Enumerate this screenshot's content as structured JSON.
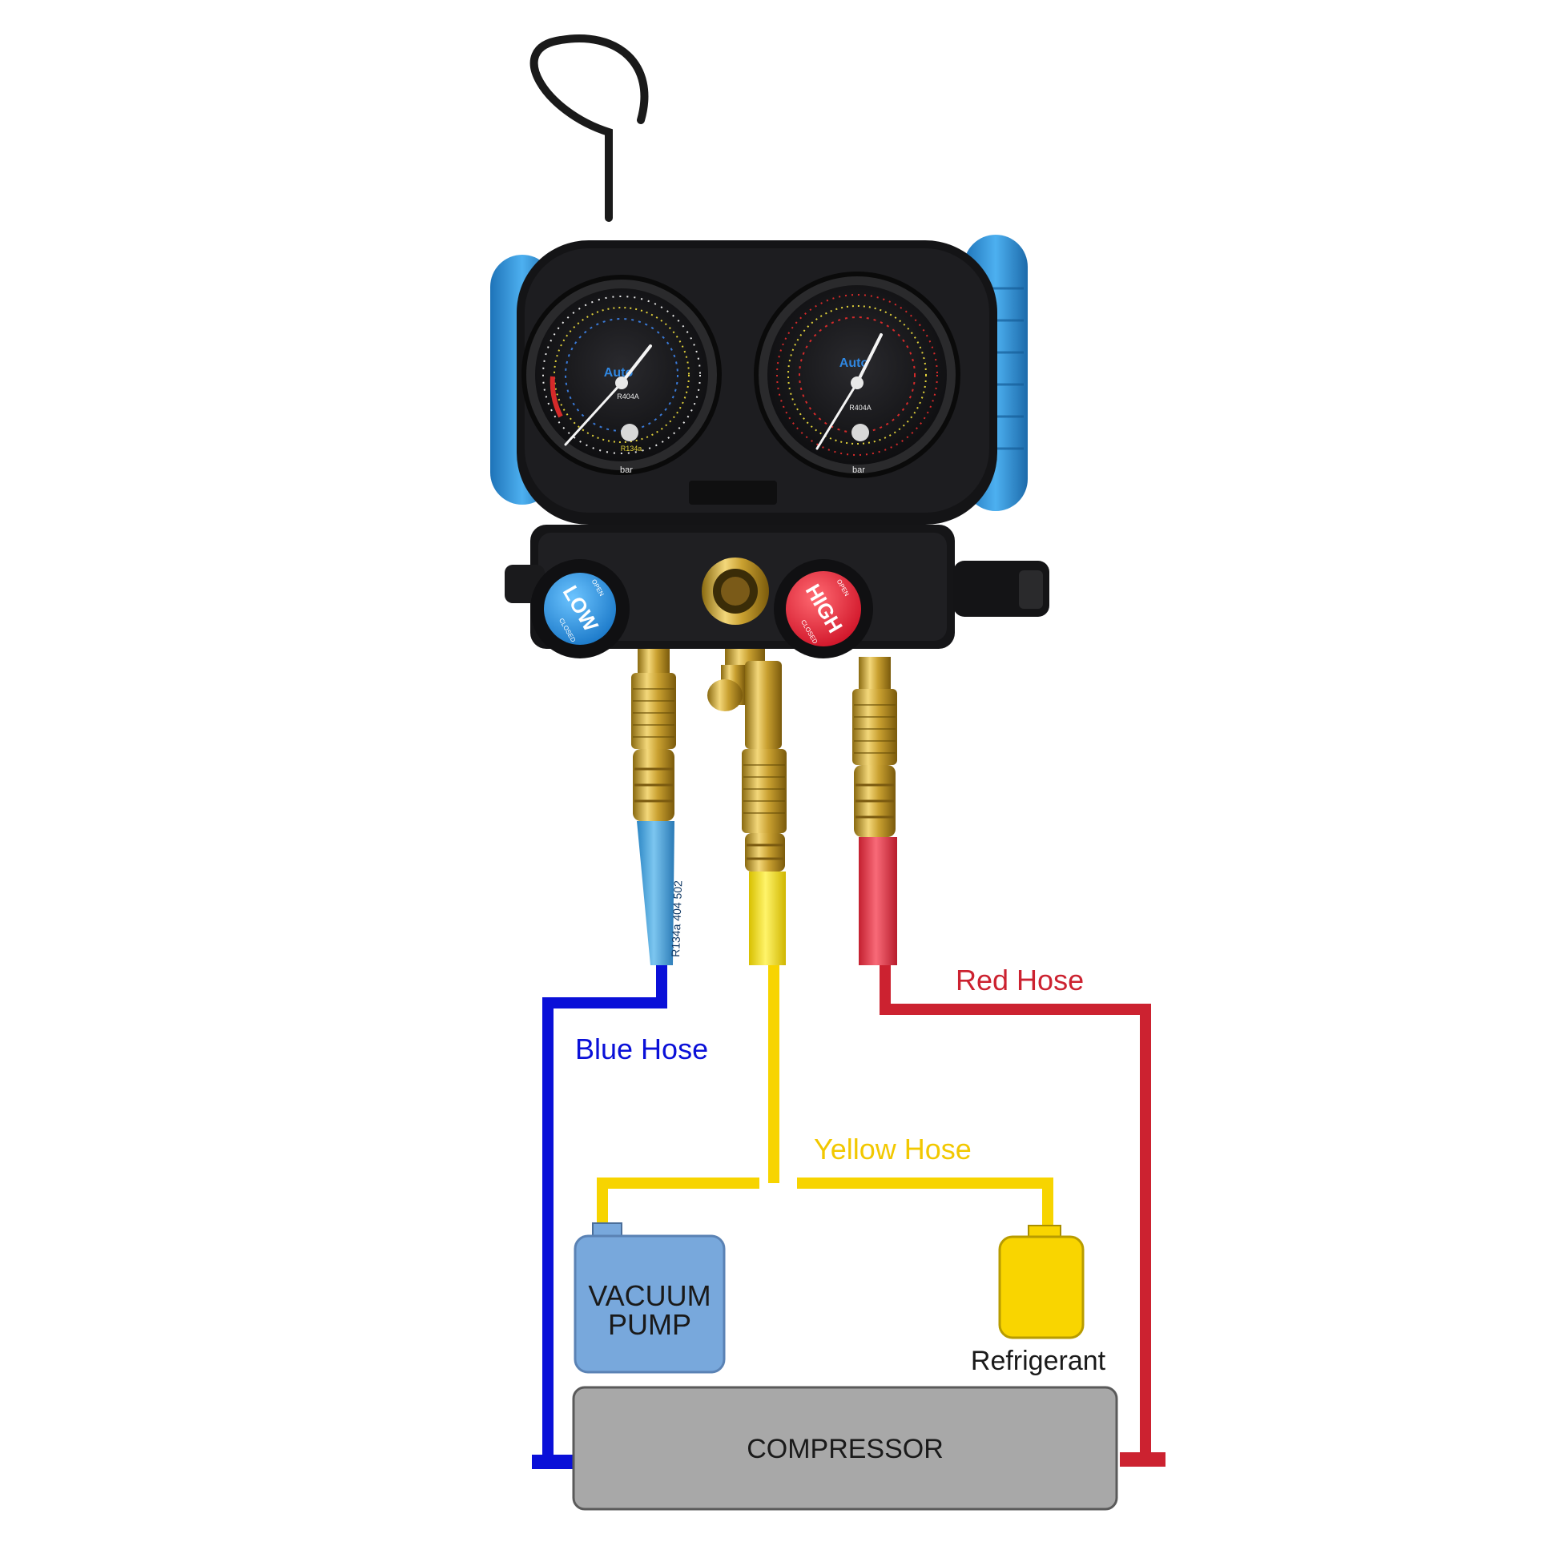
{
  "labels": {
    "blue_hose": "Blue Hose",
    "red_hose": "Red Hose",
    "yellow_hose": "Yellow Hose",
    "vacuum_pump_line1": "VACUUM",
    "vacuum_pump_line2": "PUMP",
    "refrigerant": "Refrigerant",
    "compressor": "COMPRESSOR"
  },
  "gauge_set": {
    "low_knob": {
      "main": "LOW",
      "open": "OPEN",
      "closed": "CLOSED"
    },
    "high_knob": {
      "main": "HIGH",
      "open": "OPEN",
      "closed": "CLOSED"
    },
    "gauge_brand": "Auto",
    "gauge_unit": "bar",
    "low_gauge_refrigerants": [
      "R404A",
      "R134a"
    ],
    "high_gauge_refrigerants": [
      "R404A"
    ],
    "hose_print": "R134a  404  502"
  },
  "colors": {
    "blue_line": "#0a10d8",
    "red_line": "#cc2230",
    "yellow_line": "#f7d400",
    "blue_hose": "#4aa8e0",
    "red_hose": "#ea3a4a",
    "yellow_hose": "#f6e200",
    "vacuum_pump_fill": "#78a8dc",
    "refrigerant_fill": "#f9d500",
    "compressor_fill": "#a8a8a8",
    "manifold_accent": "#2e8fd6"
  }
}
